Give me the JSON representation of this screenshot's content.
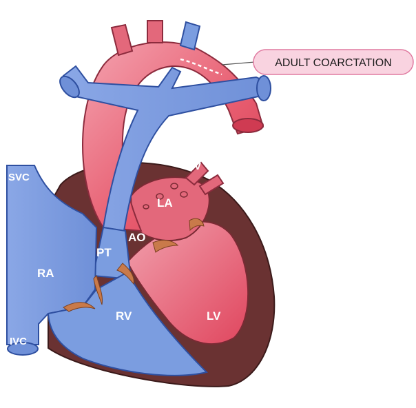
{
  "diagram": {
    "callout": "ADULT COARCTATION",
    "labels": {
      "svc": "SVC",
      "ivc": "IVC",
      "ra": "RA",
      "rv": "RV",
      "lv": "LV",
      "la": "LA",
      "pv": "PV",
      "ao": "AO",
      "pt": "PT"
    },
    "colors": {
      "venous_blue": "#7b9de0",
      "venous_outline": "#2e4fa0",
      "arterial_red": "#e8566b",
      "arterial_light": "#f2a6b2",
      "myocardium": "#6a3232",
      "valve": "#c97a4a",
      "callout_fill": "#f9d3e0",
      "callout_border": "#e07aa0"
    }
  }
}
